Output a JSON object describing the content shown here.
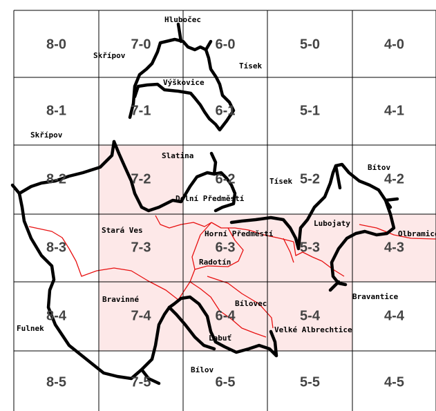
{
  "colors": {
    "background": "#ffffff",
    "grid_line": "#000000",
    "highlight_fill": "#fde8e8",
    "boundary": "#000000",
    "route": "#e81010",
    "cell_label": "#444444",
    "place_label": "#000000"
  },
  "grid": {
    "columns": [
      "8",
      "7",
      "6",
      "5",
      "4"
    ],
    "rows": [
      "0",
      "1",
      "2",
      "3",
      "4",
      "5"
    ],
    "highlighted_cells": [
      "7-2",
      "7-3",
      "7-4",
      "6-3",
      "6-4",
      "5-3",
      "5-4",
      "4-3"
    ]
  },
  "cell_labels": [
    {
      "id": "8-0",
      "text": "8-0"
    },
    {
      "id": "7-0",
      "text": "7-0"
    },
    {
      "id": "6-0",
      "text": "6-0"
    },
    {
      "id": "5-0",
      "text": "5-0"
    },
    {
      "id": "4-0",
      "text": "4-0"
    },
    {
      "id": "8-1",
      "text": "8-1"
    },
    {
      "id": "7-1",
      "text": "7-1"
    },
    {
      "id": "6-1",
      "text": "6-1"
    },
    {
      "id": "5-1",
      "text": "5-1"
    },
    {
      "id": "4-1",
      "text": "4-1"
    },
    {
      "id": "8-2",
      "text": "8-2"
    },
    {
      "id": "7-2",
      "text": "7-2"
    },
    {
      "id": "6-2",
      "text": "6-2"
    },
    {
      "id": "5-2",
      "text": "5-2"
    },
    {
      "id": "4-2",
      "text": "4-2"
    },
    {
      "id": "8-3",
      "text": "8-3"
    },
    {
      "id": "7-3",
      "text": "7-3"
    },
    {
      "id": "6-3",
      "text": "6-3"
    },
    {
      "id": "5-3",
      "text": "5-3"
    },
    {
      "id": "4-3",
      "text": "4-3"
    },
    {
      "id": "8-4",
      "text": "8-4"
    },
    {
      "id": "7-4",
      "text": "7-4"
    },
    {
      "id": "6-4",
      "text": "6-4"
    },
    {
      "id": "5-4",
      "text": "5-4"
    },
    {
      "id": "4-4",
      "text": "4-4"
    },
    {
      "id": "8-5",
      "text": "8-5"
    },
    {
      "id": "7-5",
      "text": "7-5"
    },
    {
      "id": "6-5",
      "text": "6-5"
    },
    {
      "id": "5-5",
      "text": "5-5"
    },
    {
      "id": "4-5",
      "text": "4-5"
    }
  ],
  "places": [
    {
      "id": "hlubocec",
      "name": "Hlubočec"
    },
    {
      "id": "skripov-1",
      "name": "Skřípov"
    },
    {
      "id": "tisek-1",
      "name": "Tísek"
    },
    {
      "id": "vyskovice",
      "name": "Výškovice"
    },
    {
      "id": "skripov-2",
      "name": "Skřípov"
    },
    {
      "id": "slatina",
      "name": "Slatina"
    },
    {
      "id": "bitov",
      "name": "Bítov"
    },
    {
      "id": "tisek-2",
      "name": "Tísek"
    },
    {
      "id": "dolni-predmesti",
      "name": "Dolní Předměstí"
    },
    {
      "id": "stara-ves",
      "name": "Stará Ves"
    },
    {
      "id": "horni-predmesti",
      "name": "Horní Předměstí"
    },
    {
      "id": "lubojaty",
      "name": "Lubojaty"
    },
    {
      "id": "olbramice",
      "name": "Olbramice"
    },
    {
      "id": "radotin",
      "name": "Radotín"
    },
    {
      "id": "bravinne",
      "name": "Bravinné"
    },
    {
      "id": "bilovec",
      "name": "Bílovec"
    },
    {
      "id": "bravantice",
      "name": "Bravantice"
    },
    {
      "id": "fulnek",
      "name": "Fulnek"
    },
    {
      "id": "velke-albrechtice",
      "name": "Velké Albrechtice"
    },
    {
      "id": "labut",
      "name": "Labuť"
    },
    {
      "id": "bilov",
      "name": "Bílov"
    }
  ]
}
